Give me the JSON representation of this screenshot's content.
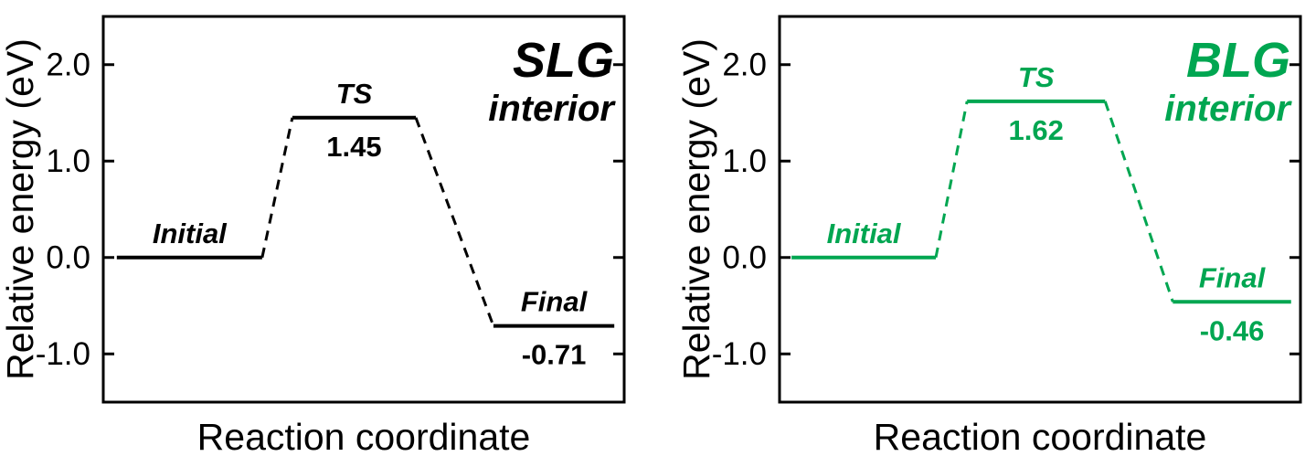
{
  "background": "#ffffff",
  "chart_data": [
    {
      "type": "line",
      "variant": "reaction-energy-profile",
      "title": "SLG",
      "subtitle": "interior",
      "color": "#000000",
      "axis_color": "#000000",
      "xlabel": "Reaction coordinate",
      "ylabel": "Relative energy (eV)",
      "ylim": [
        -1.5,
        2.5
      ],
      "ytick_labels": [
        "2.0",
        "1.0",
        "0.0",
        "-1.0"
      ],
      "ytick_values": [
        2.0,
        1.0,
        0.0,
        -1.0
      ],
      "grid": false,
      "connector_style": "dashed",
      "levels": [
        {
          "label": "Initial",
          "energy": 0.0,
          "value_label": "",
          "x": [
            0.026,
            0.305
          ]
        },
        {
          "label": "TS",
          "energy": 1.45,
          "value_label": "1.45",
          "x": [
            0.363,
            0.6
          ]
        },
        {
          "label": "Final",
          "energy": -0.71,
          "value_label": "-0.71",
          "x": [
            0.749,
            0.981
          ]
        }
      ]
    },
    {
      "type": "line",
      "variant": "reaction-energy-profile",
      "title": "BLG",
      "subtitle": "interior",
      "color": "#00A651",
      "axis_color": "#000000",
      "xlabel": "Reaction coordinate",
      "ylabel": "Relative energy (eV)",
      "ylim": [
        -1.5,
        2.5
      ],
      "ytick_labels": [
        "2.0",
        "1.0",
        "0.0",
        "-1.0"
      ],
      "ytick_values": [
        2.0,
        1.0,
        0.0,
        -1.0
      ],
      "grid": false,
      "connector_style": "dashed",
      "levels": [
        {
          "label": "Initial",
          "energy": 0.0,
          "value_label": "",
          "x": [
            0.023,
            0.3
          ]
        },
        {
          "label": "TS",
          "energy": 1.62,
          "value_label": "1.62",
          "x": [
            0.36,
            0.625
          ]
        },
        {
          "label": "Final",
          "energy": -0.46,
          "value_label": "-0.46",
          "x": [
            0.755,
            0.982
          ]
        }
      ]
    }
  ]
}
